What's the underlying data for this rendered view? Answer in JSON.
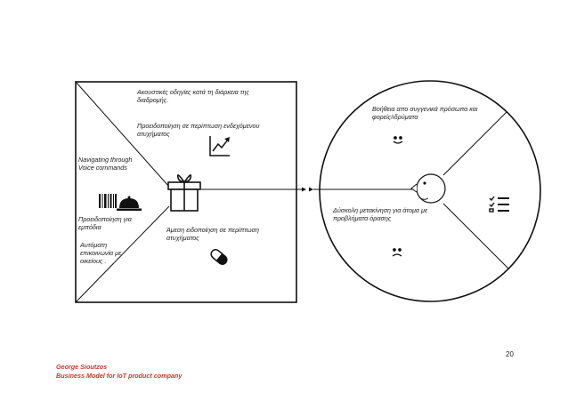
{
  "product_box": {
    "gain_creators": "Ακουστικές οδηγίες κατά τη διάρκεια της διαδρομής.",
    "gain_creators_2": "Προειδοποίηση σε περίπτωση ενδεχόμενου ατυχήματος",
    "product_feature_1": "Navigating through Voice commands",
    "product_feature_2": "Προειδοποίηση για εμπόδια",
    "product_feature_3": "Αυτόματη επικοινωνία με οικείους .",
    "pain_relievers": "Άμεση ειδοποίηση σε περίπτωση ατυχήματος"
  },
  "customer_circle": {
    "gains": "Βοήθεια απο συγγενικά πρόσωπα και φορείς/ιδρύματα",
    "pains": "Δύσκολη μετακίνηση για άτομα με προβλήματα όρασης"
  },
  "icons": {
    "gift": "gift-icon",
    "chart": "growth-chart-icon",
    "barcode": "barcode-icon",
    "cloche": "service-bell-icon",
    "pill": "pill-icon",
    "smile": "smiley-icon",
    "frown": "frown-icon",
    "checklist": "checklist-icon",
    "face": "customer-face-icon"
  },
  "page": {
    "number": "20",
    "author": "George Sioutzos",
    "subtitle": "Business Model for IoT product company"
  }
}
